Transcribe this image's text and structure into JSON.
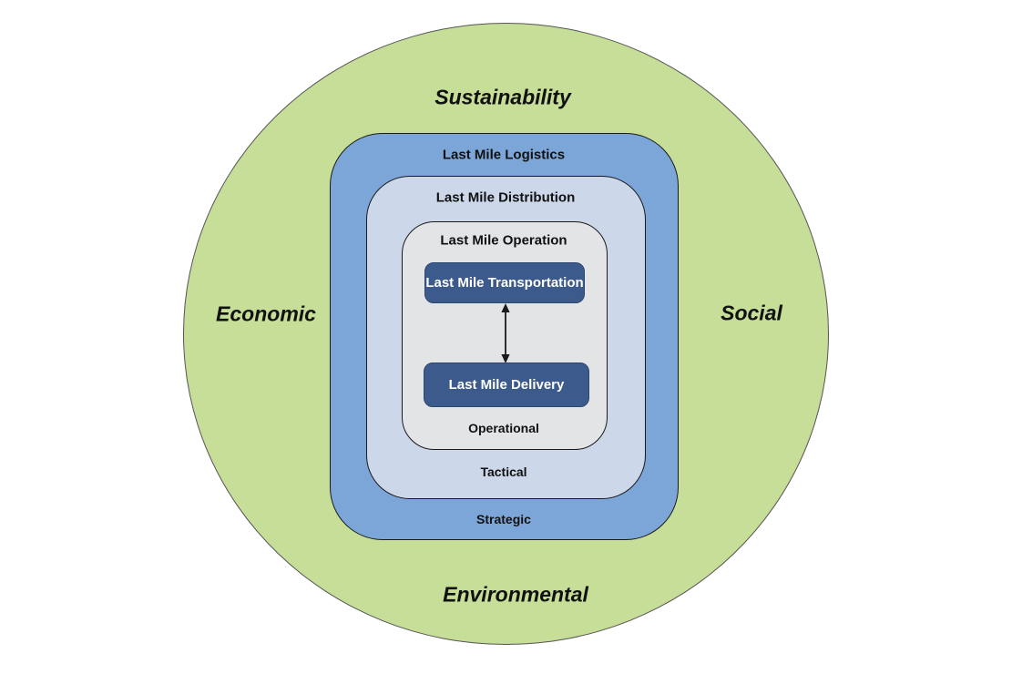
{
  "circle": {
    "top_label": "Sustainability",
    "left_label": "Economic",
    "right_label": "Social",
    "bottom_label": "Environmental",
    "fill": "#c6de97"
  },
  "rings": {
    "logistics": {
      "top_label": "Last Mile Logistics",
      "bottom_label": "Strategic",
      "fill": "#7ca6d8"
    },
    "distribution": {
      "top_label": "Last Mile Distribution",
      "bottom_label": "Tactical",
      "fill": "#ccd7e9"
    },
    "operation": {
      "top_label": "Last Mile Operation",
      "bottom_label": "Operational",
      "fill": "#e3e4e6"
    }
  },
  "nodes": {
    "transportation": {
      "label": "Last Mile Transportation",
      "fill": "#3c5a8c",
      "text_color": "#ffffff"
    },
    "delivery": {
      "label": "Last Mile Delivery",
      "fill": "#3c5a8c",
      "text_color": "#ffffff"
    }
  },
  "connector": {
    "type": "double-headed-arrow",
    "color": "#1a1a1a"
  }
}
